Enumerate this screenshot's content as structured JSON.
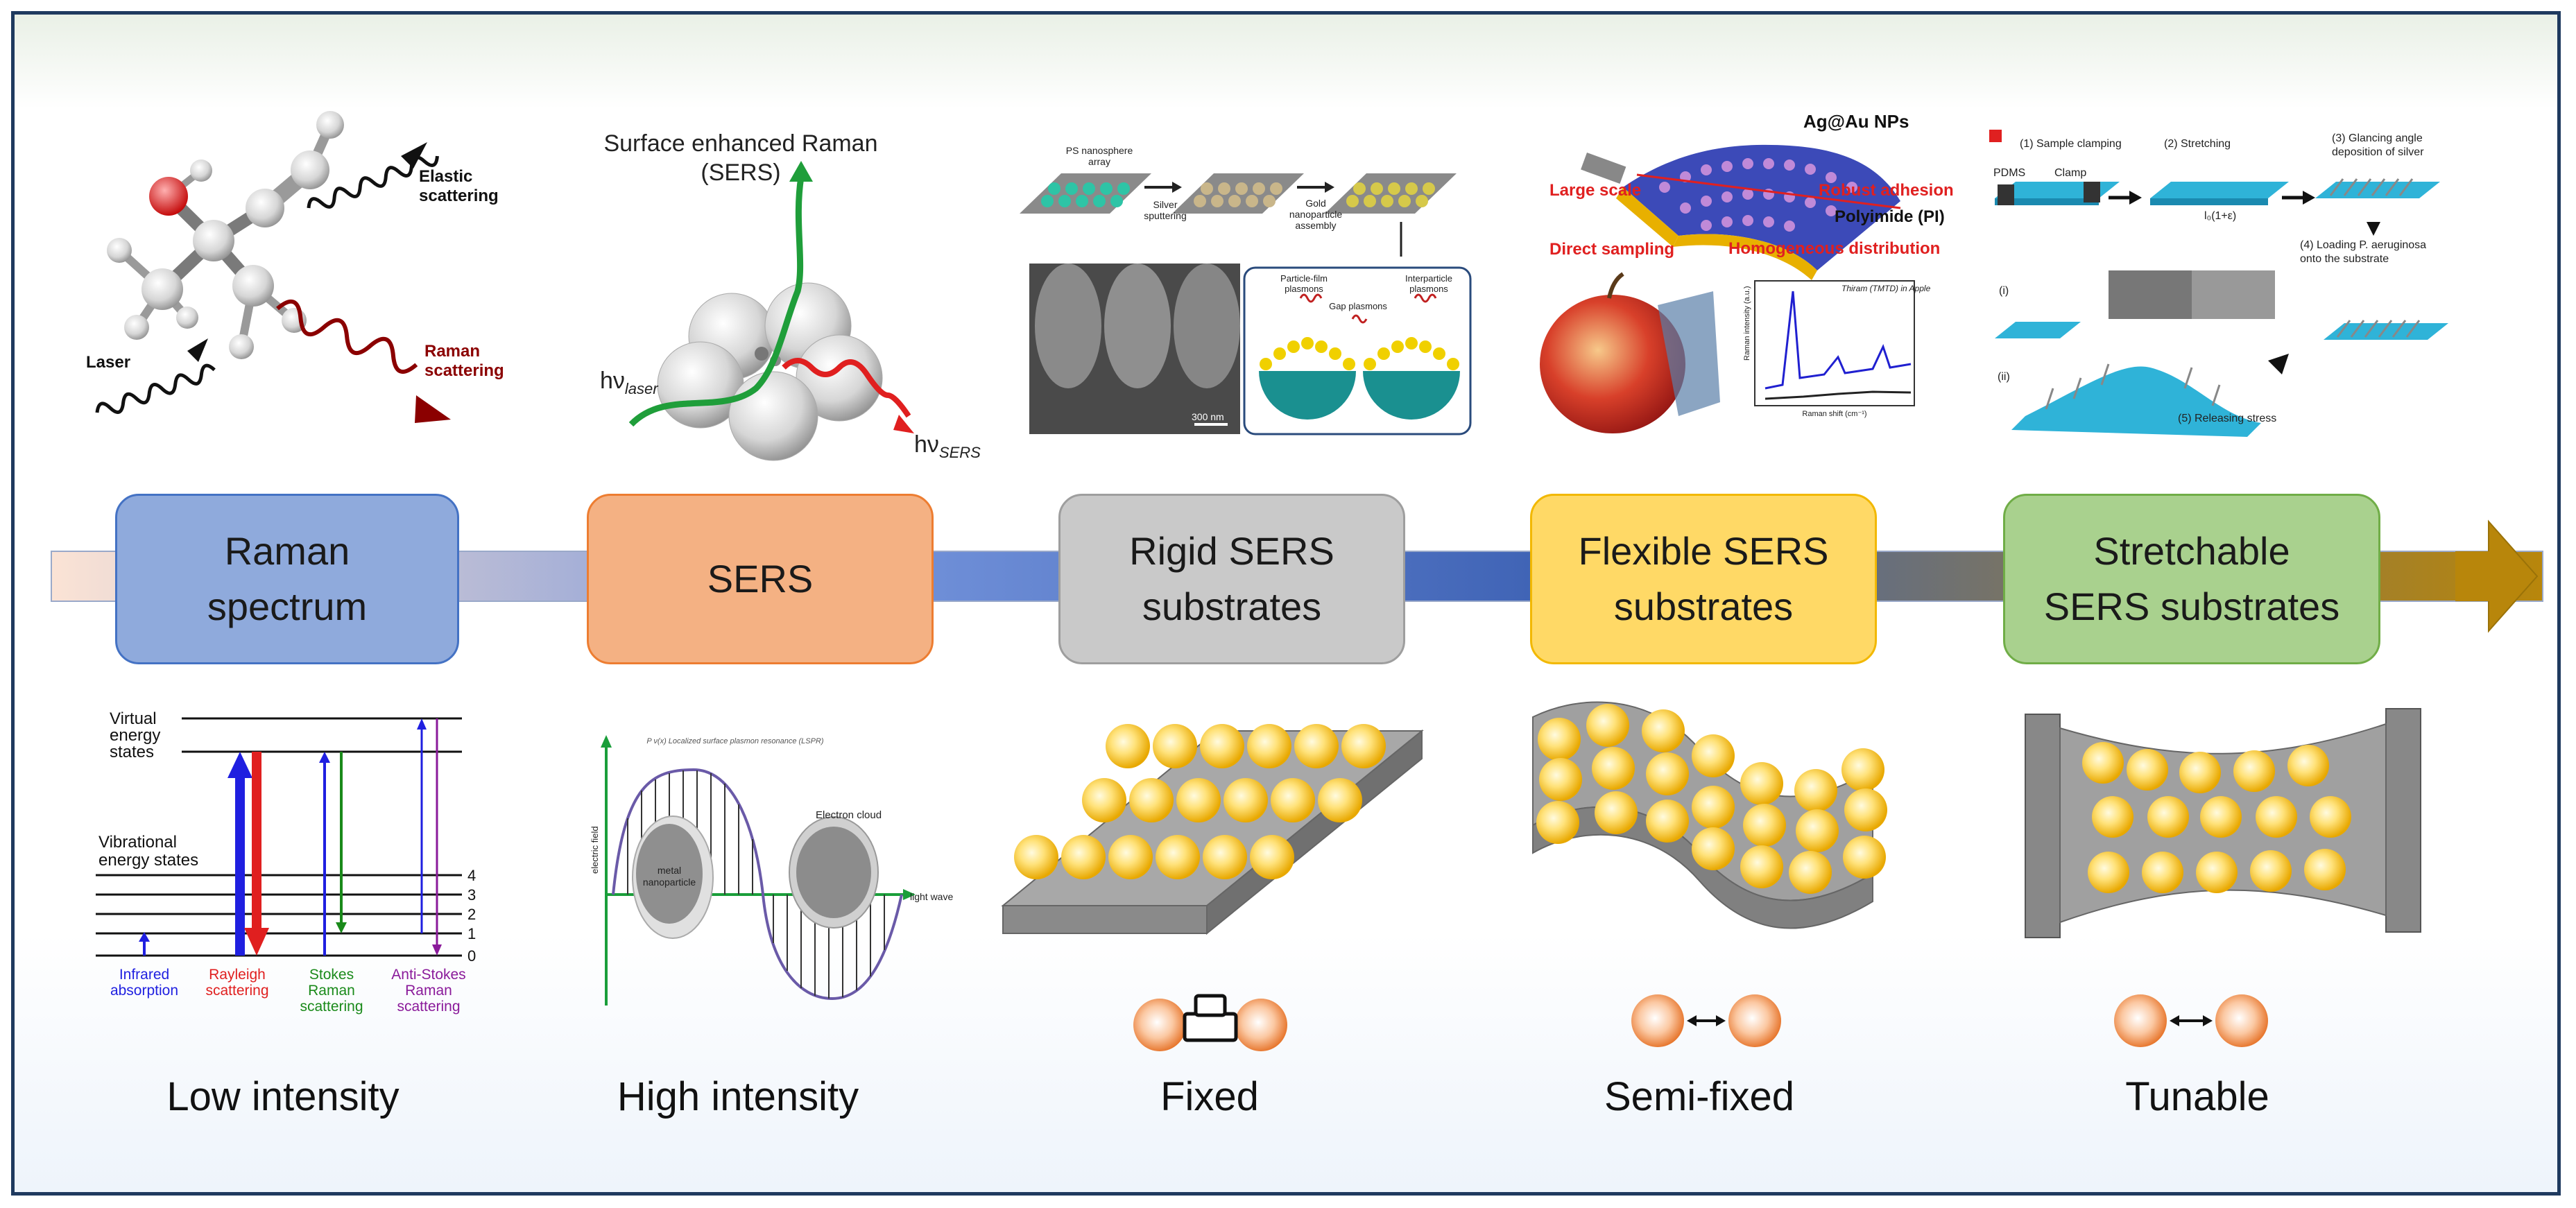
{
  "stages": [
    {
      "label": "Raman\nspectrum",
      "bg": "#8faadc",
      "border": "#4472c4"
    },
    {
      "label": "SERS",
      "bg": "#f4b183",
      "border": "#ed7d31"
    },
    {
      "label": "Rigid SERS\nsubstrates",
      "bg": "#c9c9c9",
      "border": "#9e9e9e"
    },
    {
      "label": "Flexible SERS\nsubstrates",
      "bg": "#ffd966",
      "border": "#f2b800"
    },
    {
      "label": "Stretchable\nSERS substrates",
      "bg": "#a9d18e",
      "border": "#70ad47"
    }
  ],
  "captions": [
    "Low intensity",
    "High intensity",
    "Fixed",
    "Semi-fixed",
    "Tunable"
  ],
  "panel1": {
    "elastic": "Elastic\nscattering",
    "laser": "Laser",
    "raman": "Raman\nscattering"
  },
  "panel2": {
    "title": "Surface enhanced Raman\n(SERS)",
    "hv_laser": "hν",
    "laser_sub": "laser",
    "hv_sers": "hν",
    "sers_sub": "SERS"
  },
  "panel3": {
    "ps": "PS nanosphere\narray",
    "silver": "Silver\nsputtering",
    "gold": "Gold\nnanoparticle\nassembly",
    "particle_film": "Particle-film\nplasmons",
    "gap": "Gap plasmons",
    "interparticle": "Interparticle\nplasmons",
    "scale": "300 nm"
  },
  "panel4": {
    "agau": "Ag@Au NPs",
    "large": "Large scale",
    "robust": "Robust adhesion",
    "pi": "Polyimide (PI)",
    "direct": "Direct sampling",
    "homog": "Homogeneous distribution",
    "thiram": "Thiram (TMTD) in Apple",
    "yaxis": "Raman intensity (a.u.)",
    "xaxis": "Raman shift (cm⁻¹)"
  },
  "panel5": {
    "s1": "(1) Sample clamping",
    "s2": "(2) Stretching",
    "s3": "(3) Glancing angle\ndeposition of silver",
    "s4": "(4) Loading P. aeruginosa\nonto the substrate",
    "s5": "(5) Releasing stress",
    "pdms": "PDMS",
    "clamp": "Clamp",
    "strain": "l₀(1+ε)",
    "i": "(i)",
    "ii": "(ii)"
  },
  "energy": {
    "virtual": "Virtual\nenergy\nstates",
    "vibrational": "Vibrational\nenergy states",
    "levels": [
      "4",
      "3",
      "2",
      "1",
      "0"
    ],
    "labels": [
      {
        "text": "Infrared\nabsorption",
        "color": "#1f1fe0"
      },
      {
        "text": "Rayleigh\nscattering",
        "color": "#e01f1f"
      },
      {
        "text": "Stokes\nRaman\nscattering",
        "color": "#1a8a1a"
      },
      {
        "text": "Anti-Stokes\nRaman\nscattering",
        "color": "#8a1a9a"
      }
    ]
  },
  "wave": {
    "title": "P ν(x) Localized surface plasmon resonance (LSPR)",
    "cloud": "Electron cloud",
    "metal": "metal\nnanoparticle",
    "yaxis": "electric field",
    "xaxis": "light wave"
  },
  "colors": {
    "arrow_start": "#fbe3d5",
    "arrow_mid": "#4472c4",
    "arrow_end": "#b8860b"
  }
}
